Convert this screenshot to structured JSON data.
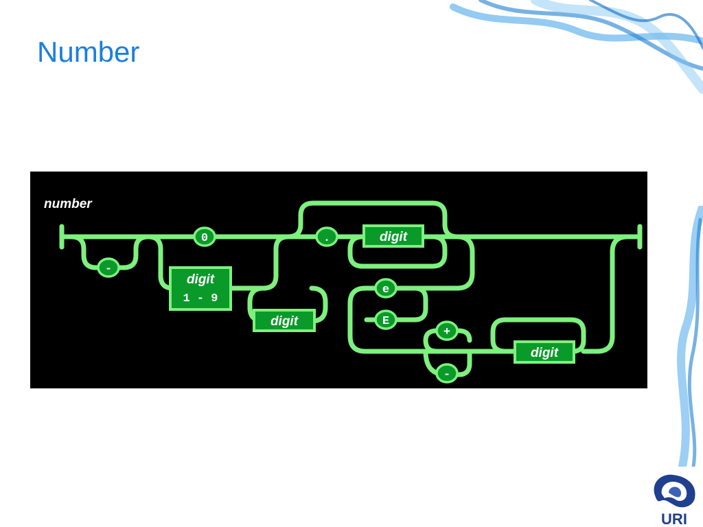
{
  "slide": {
    "title": "Number"
  },
  "logo": {
    "text": "URI"
  },
  "diagram": {
    "label": "number",
    "terminals": {
      "zero": "0",
      "minus": "-",
      "dot": ".",
      "e_lower": "e",
      "e_upper": "E",
      "plus": "+",
      "exp_minus": "-"
    },
    "nonterminals": {
      "digit_nonzero": "digit",
      "digit_nonzero_range": "1 - 9",
      "digit_int": "digit",
      "digit_frac": "digit",
      "digit_exp": "digit"
    }
  },
  "colors": {
    "accent_title": "#1a7fe0",
    "rail": "#7ef07e",
    "box_fill": "#0a9a2a",
    "panel": "#000000"
  }
}
